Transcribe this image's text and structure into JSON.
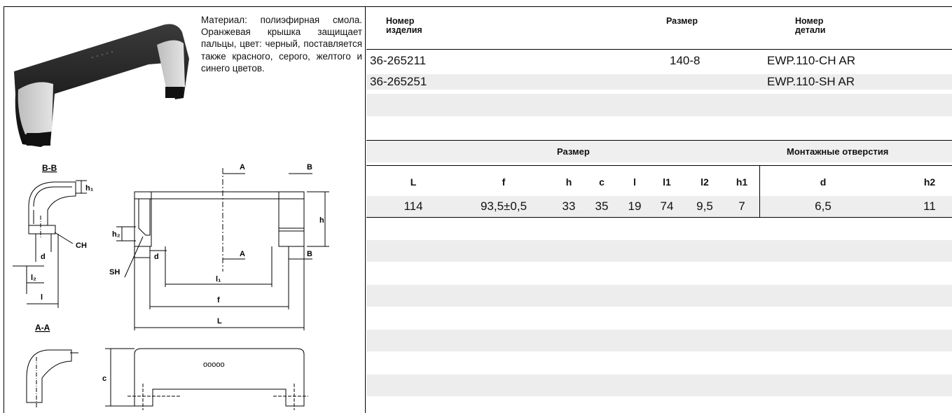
{
  "description": "Материал: полиэфирная смола. Оранжевая крышка защищает пальцы, цвет: черный, поставляется также красного, серого, желтого и синего цветов.",
  "drawing_labels": {
    "section_bb": "B-B",
    "section_aa": "A-A",
    "h1": "h₁",
    "h2": "h₂",
    "h": "h",
    "ch": "CH",
    "sh": "SH",
    "d_left": "d",
    "d_mid": "d",
    "l2": "l₂",
    "l": "l",
    "l1": "l₁",
    "f": "f",
    "L": "L",
    "A_top": "A",
    "A_bottom": "A",
    "B_top": "B",
    "B_bottom": "B",
    "c": "c",
    "dots": "ooooo"
  },
  "product_table": {
    "headers": {
      "item_no": "Номер изделия",
      "size": "Размер",
      "part_no": "Номер детали"
    },
    "rows": [
      {
        "item_no": "36-265211",
        "size": "140-8",
        "part_no": "EWP.110-CH AR"
      },
      {
        "item_no": "36-265251",
        "size": "",
        "part_no": "EWP.110-SH AR"
      }
    ]
  },
  "dimension_table": {
    "group_size": "Размер",
    "group_mounting": "Монтажные отверстия",
    "columns": [
      "L",
      "f",
      "h",
      "c",
      "l",
      "l1",
      "l2",
      "h1",
      "d",
      "h2"
    ],
    "values": [
      "114",
      "93,5±0,5",
      "33",
      "35",
      "19",
      "74",
      "9,5",
      "7",
      "6,5",
      "11"
    ]
  }
}
